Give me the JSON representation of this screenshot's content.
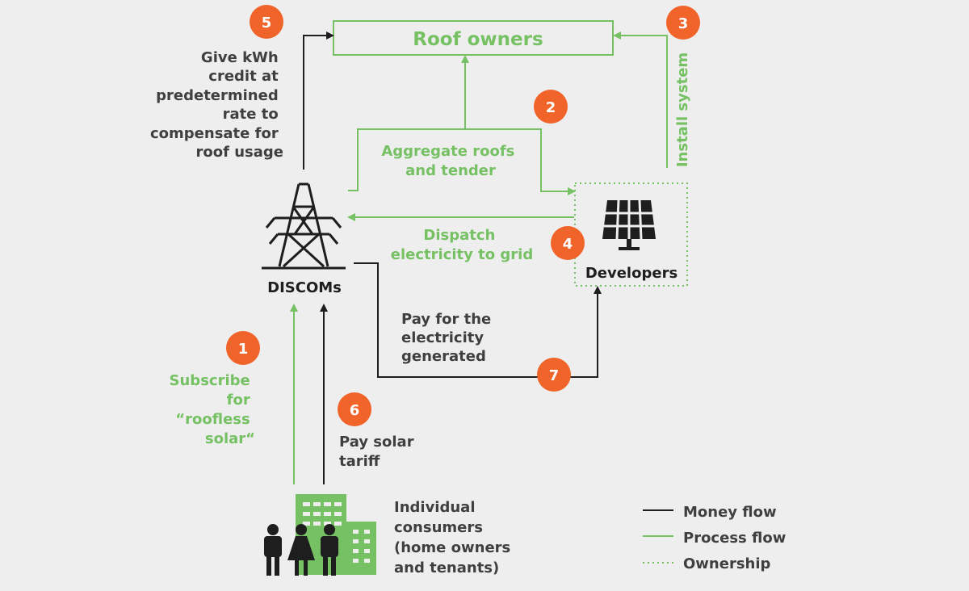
{
  "colors": {
    "background": "#eeeeee",
    "money_flow": "#1e1e1e",
    "process_flow": "#76c163",
    "accent_orange": "#f0642a",
    "text_dark": "#3f3f3f"
  },
  "nodes": {
    "roof_owners": {
      "label": "Roof owners"
    },
    "discoms": {
      "label": "DISCOMs",
      "icon": "transmission-tower-icon"
    },
    "developers": {
      "label": "Developers",
      "icon": "solar-panel-icon"
    },
    "consumers": {
      "label_lines": [
        "Individual",
        "consumers",
        "(home owners",
        "and tenants)"
      ],
      "icon": "people-buildings-icon"
    }
  },
  "steps": [
    {
      "number": "1",
      "lines": [
        "Subscribe",
        "for",
        "“roofless",
        "solar“"
      ]
    },
    {
      "number": "2",
      "lines": [
        "Aggregate roofs",
        "and tender"
      ]
    },
    {
      "number": "3",
      "lines": [
        "Install system"
      ]
    },
    {
      "number": "4",
      "lines": [
        "Dispatch",
        "electricity to grid"
      ]
    },
    {
      "number": "5",
      "lines": [
        "Give kWh",
        "credit at",
        "predetermined",
        "rate to",
        "compensate for",
        "roof usage"
      ]
    },
    {
      "number": "6",
      "lines": [
        "Pay solar",
        "tariff"
      ]
    },
    {
      "number": "7",
      "lines": [
        "Pay for the",
        "electricity",
        "generated"
      ]
    }
  ],
  "legend": [
    {
      "label": "Money flow",
      "style": "solid-black"
    },
    {
      "label": "Process flow",
      "style": "solid-green"
    },
    {
      "label": "Ownership",
      "style": "dotted-green"
    }
  ]
}
